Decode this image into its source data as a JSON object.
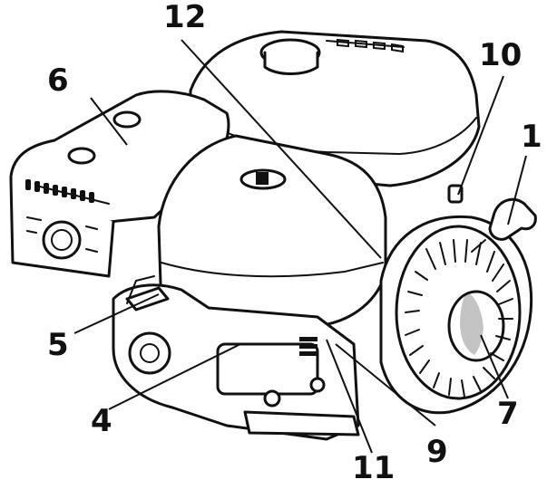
{
  "callouts": [
    {
      "id": "1",
      "label": "1"
    },
    {
      "id": "4",
      "label": "4"
    },
    {
      "id": "5",
      "label": "5"
    },
    {
      "id": "6",
      "label": "6"
    },
    {
      "id": "7",
      "label": "7"
    },
    {
      "id": "9",
      "label": "9"
    },
    {
      "id": "10",
      "label": "10"
    },
    {
      "id": "11",
      "label": "11"
    },
    {
      "id": "12",
      "label": "12"
    }
  ]
}
